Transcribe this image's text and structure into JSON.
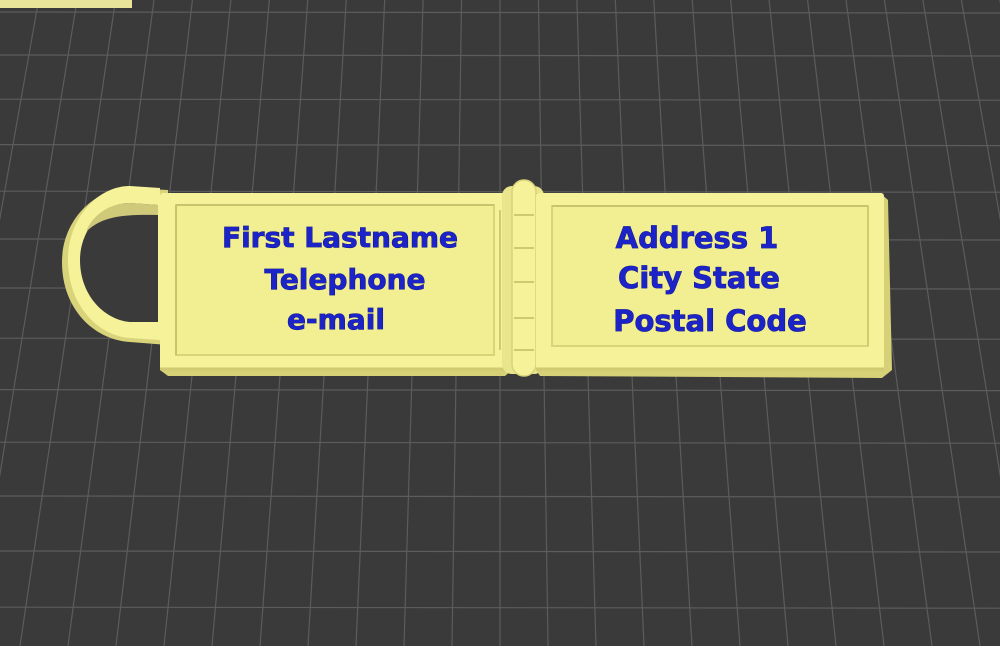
{
  "colors": {
    "bed_background": "#3a3a3a",
    "grid_line": "#5a5a5a",
    "model_yellow": "#f6f29a",
    "model_yellow_shadow": "#d9d37a",
    "text_blue": "#1c24c8"
  },
  "left_panel": {
    "lines": [
      "First Lastname",
      "Telephone",
      "e-mail"
    ]
  },
  "right_panel": {
    "lines": [
      "Address 1",
      "City State",
      "Postal Code"
    ]
  }
}
